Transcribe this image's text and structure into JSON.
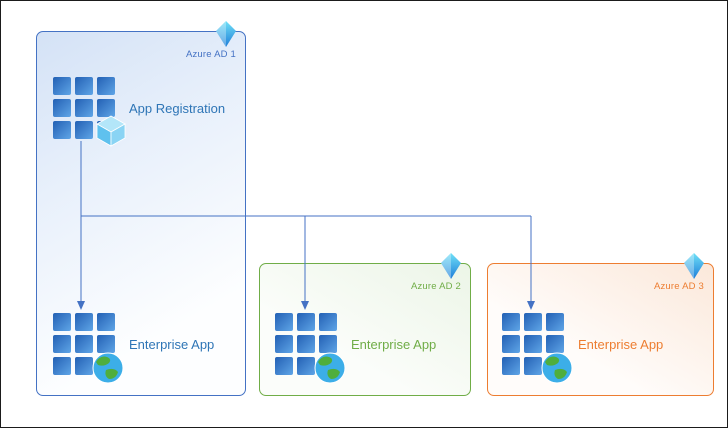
{
  "tenants": [
    {
      "label": "Azure AD 1",
      "color": "#4472c4"
    },
    {
      "label": "Azure AD 2",
      "color": "#70ad47"
    },
    {
      "label": "Azure AD 3",
      "color": "#ed7d31"
    }
  ],
  "nodes": {
    "app_registration": {
      "label": "App Registration",
      "tenant": "Azure AD 1"
    },
    "enterprise_app_1": {
      "label": "Enterprise App",
      "tenant": "Azure AD 1"
    },
    "enterprise_app_2": {
      "label": "Enterprise App",
      "tenant": "Azure AD 2"
    },
    "enterprise_app_3": {
      "label": "Enterprise App",
      "tenant": "Azure AD 3"
    }
  },
  "connections": [
    {
      "from": "app_registration",
      "to": "enterprise_app_1"
    },
    {
      "from": "app_registration",
      "to": "enterprise_app_2"
    },
    {
      "from": "app_registration",
      "to": "enterprise_app_3"
    }
  ],
  "colors": {
    "connector": "#4472c4"
  }
}
